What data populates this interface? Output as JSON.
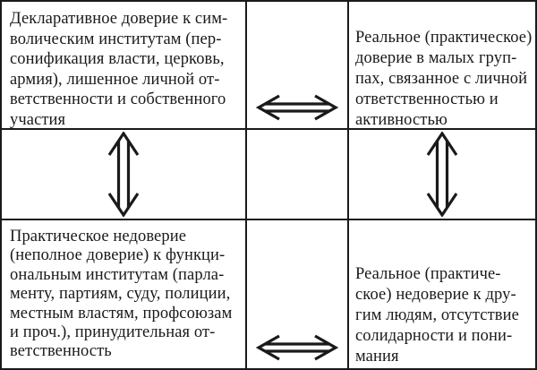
{
  "figure": {
    "background_color": "#ffffff",
    "line_color": "#1a1a1a",
    "cells": {
      "top_left": {
        "lines": [
          "Декларативное доверие к сим-",
          "волическим институтам (пер-",
          "сонификация власти, церковь,",
          "армия), лишенное личной от-",
          "ветственности и собственного",
          "участия"
        ]
      },
      "top_right": {
        "lines": [
          "Реальное (практическое)",
          "доверие в малых груп-",
          "пах, связанное с личной",
          "ответственностью и",
          "активностью"
        ]
      },
      "bottom_left": {
        "lines": [
          "Практическое недоверие",
          "(неполное доверие) к функци-",
          "ональным институтам (парла-",
          "менту, партиям, суду, полиции,",
          "местным властям, профсоюзам",
          "и проч.), принудительная от-",
          "ветственность"
        ]
      },
      "bottom_right": {
        "lines": [
          "Реальное (практиче-",
          "ское) недоверие к дру-",
          "гим людям, отсутствие",
          "солидарности и пони-",
          "мания"
        ]
      }
    },
    "arrows": {
      "top_horizontal": "double-headed-horizontal-arrow",
      "left_vertical": "double-headed-vertical-arrow",
      "right_vertical": "double-headed-vertical-arrow",
      "bottom_horizontal": "double-headed-horizontal-arrow"
    }
  }
}
